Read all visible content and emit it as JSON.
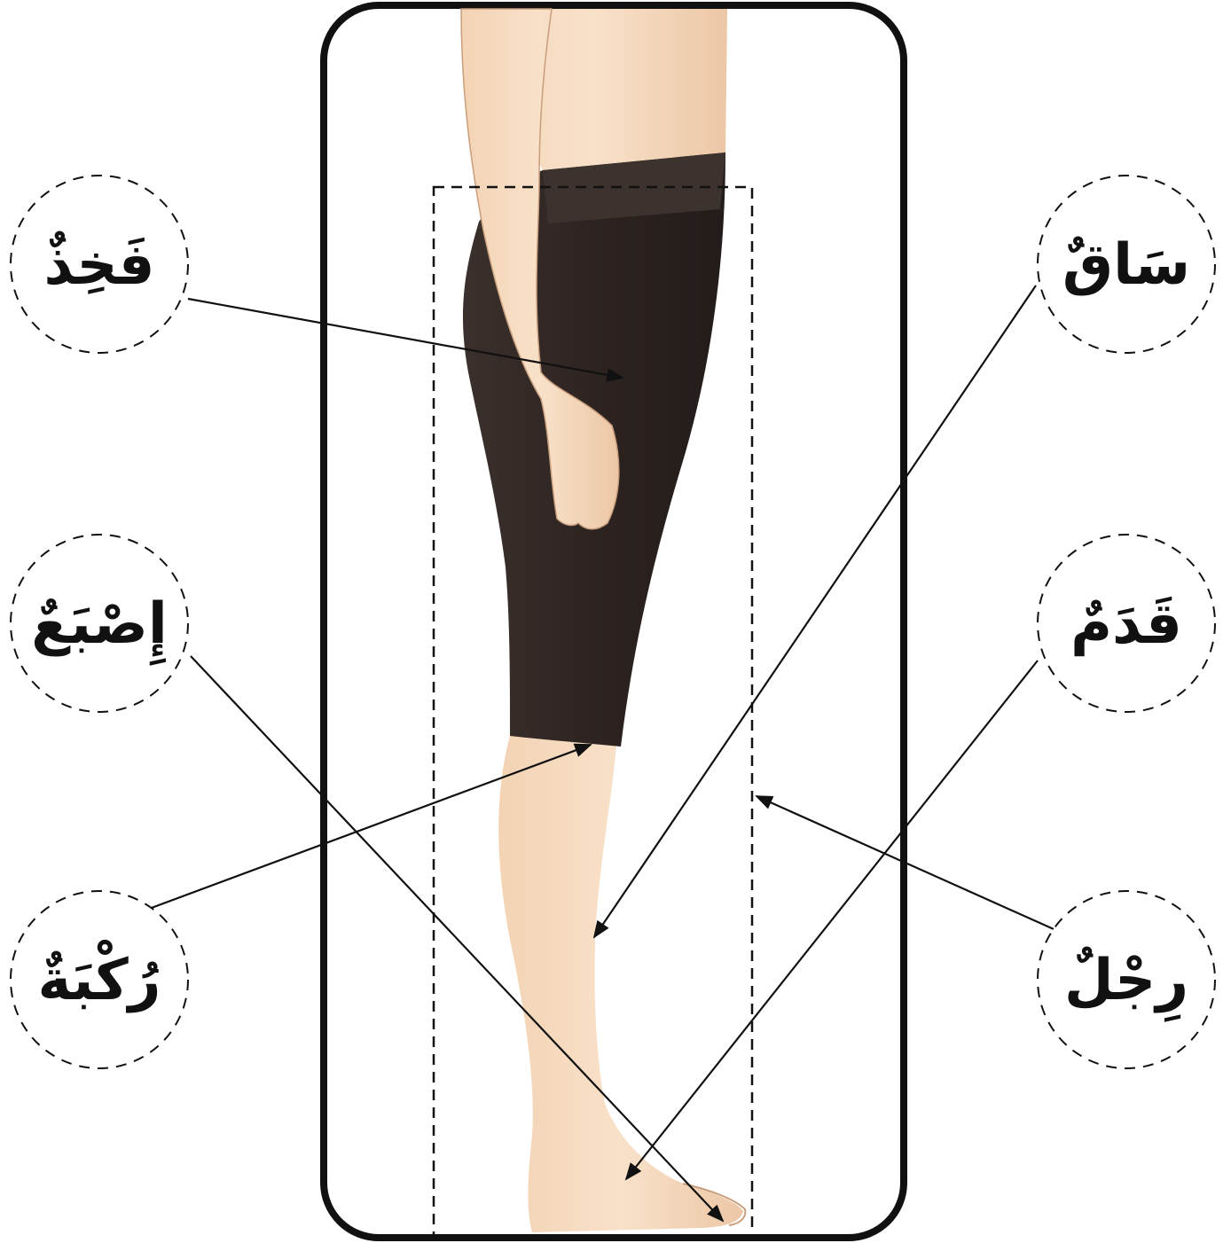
{
  "labels": {
    "thigh": "فَخِذٌ",
    "shin": "سَاقٌ",
    "toe": "إِصْبَعٌ",
    "foot": "قَدَمٌ",
    "knee": "رُكْبَةٌ",
    "leg": "رِجْلٌ"
  },
  "colors": {
    "skin": "#f6dcc2",
    "skin_shadow": "#e8c3a2",
    "shorts": "#2e2522",
    "shorts_band": "#3a302c",
    "line": "#111111"
  }
}
